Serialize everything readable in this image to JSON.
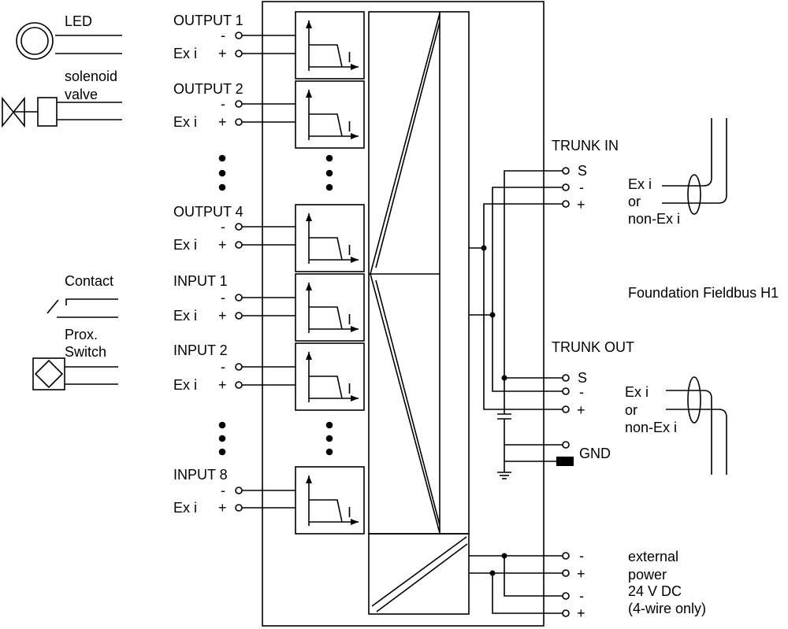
{
  "devices": {
    "led": "LED",
    "solenoid_valve": [
      "solenoid",
      "valve"
    ],
    "contact": "Contact",
    "prox_switch": [
      "Prox.",
      "Switch"
    ]
  },
  "channels": [
    {
      "name": "OUTPUT 1",
      "type": "Ex i",
      "minus": "-",
      "plus": "+",
      "current": "I"
    },
    {
      "name": "OUTPUT 2",
      "type": "Ex i",
      "minus": "-",
      "plus": "+",
      "current": "I"
    },
    {
      "name": "OUTPUT 4",
      "type": "Ex i",
      "minus": "-",
      "plus": "+",
      "current": "I"
    },
    {
      "name": "INPUT 1",
      "type": "Ex i",
      "minus": "-",
      "plus": "+",
      "current": "I"
    },
    {
      "name": "INPUT 2",
      "type": "Ex i",
      "minus": "-",
      "plus": "+",
      "current": "I"
    },
    {
      "name": "INPUT 8",
      "type": "Ex i",
      "minus": "-",
      "plus": "+",
      "current": "I"
    }
  ],
  "trunk_in": {
    "title": "TRUNK IN",
    "terminal_s": "S",
    "terminal_minus": "-",
    "terminal_plus": "+",
    "cable_line1": "Ex i",
    "cable_line2": "or",
    "cable_line3": "non-Ex i"
  },
  "bus": {
    "name": "Foundation Fieldbus H1"
  },
  "trunk_out": {
    "title": "TRUNK OUT",
    "terminal_s": "S",
    "terminal_minus": "-",
    "terminal_plus": "+",
    "cable_line1": "Ex i",
    "cable_line2": "or",
    "cable_line3": "non-Ex i"
  },
  "ground": {
    "label": "GND"
  },
  "power": {
    "terminal_1": "-",
    "terminal_2": "+",
    "terminal_3": "-",
    "terminal_4": "+",
    "line1": "external",
    "line2": "power",
    "line3": "24 V DC",
    "line4": "(4-wire only)"
  }
}
